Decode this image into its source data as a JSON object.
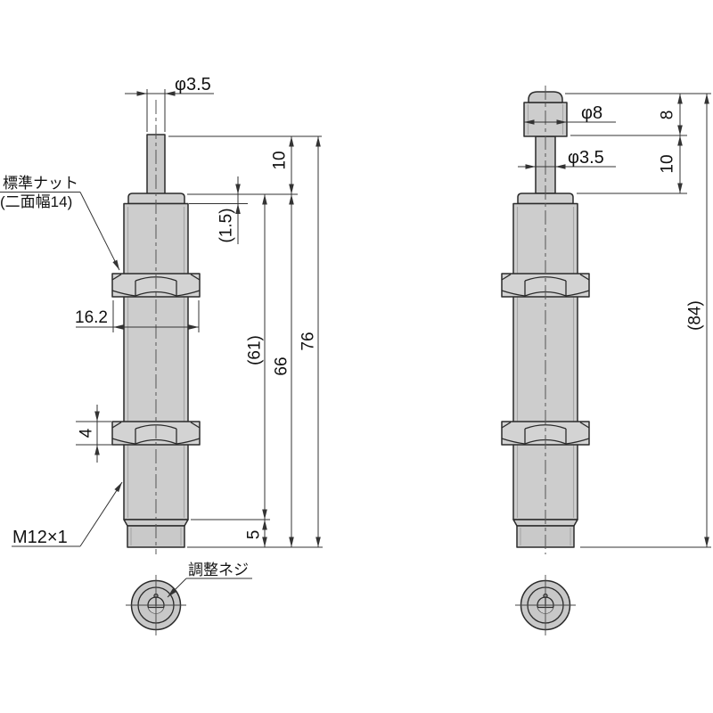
{
  "drawing_title": "hydraulic shock absorber outline drawing",
  "colors": {
    "background": "#ffffff",
    "line": "#2b2b2b",
    "dimension_line": "#333333",
    "body_fill": "#cdcdcd",
    "light_fill": "#c9c9c9",
    "nut_fill": "#d3d3d3",
    "ring_fill": "#c8c8c8",
    "ring_inner_fill": "#d8d8d8"
  },
  "left_view": {
    "labels": {
      "nut_line1": "標準ナット",
      "nut_line2": "(二面幅14)",
      "thread": "M12×1",
      "adjust_screw": "調整ネジ"
    },
    "dims": {
      "rod_dia": "φ3.5",
      "rod_len": "10",
      "step": "(1.5)",
      "nut_width": "16.2",
      "body_len": "(61)",
      "len_66": "66",
      "total_len": "76",
      "nut_height": "4",
      "tip_len": "5"
    }
  },
  "right_view": {
    "dims": {
      "cap_dia": "φ8",
      "cap_h": "8",
      "rod_dia": "φ3.5",
      "rod_len": "10",
      "total_len": "(84)"
    }
  }
}
